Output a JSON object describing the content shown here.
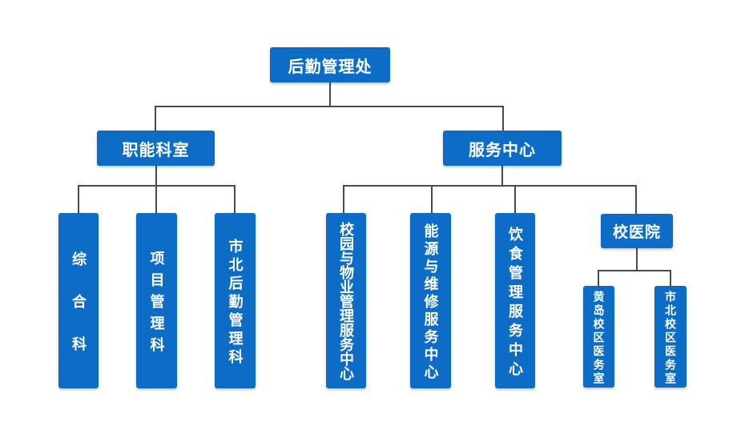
{
  "colors": {
    "box_fill": "#0d6cc6",
    "box_text": "#ffffff",
    "connector_line": "#4a4a4a",
    "background": "#ffffff"
  },
  "org_chart": {
    "type": "organization-chart",
    "root_label": "后勤管理处",
    "functional": {
      "label": "职能科室",
      "departments": [
        "综合科",
        "项目管理科",
        "市北后勤管理科"
      ]
    },
    "service": {
      "label": "服务中心",
      "centers": [
        "校园与物业管理服务中心",
        "能源与维修服务中心",
        "饮食管理服务中心"
      ],
      "hospital": {
        "label": "校医院",
        "clinics": [
          "黄岛校区医务室",
          "市北校区医务室"
        ]
      }
    }
  }
}
